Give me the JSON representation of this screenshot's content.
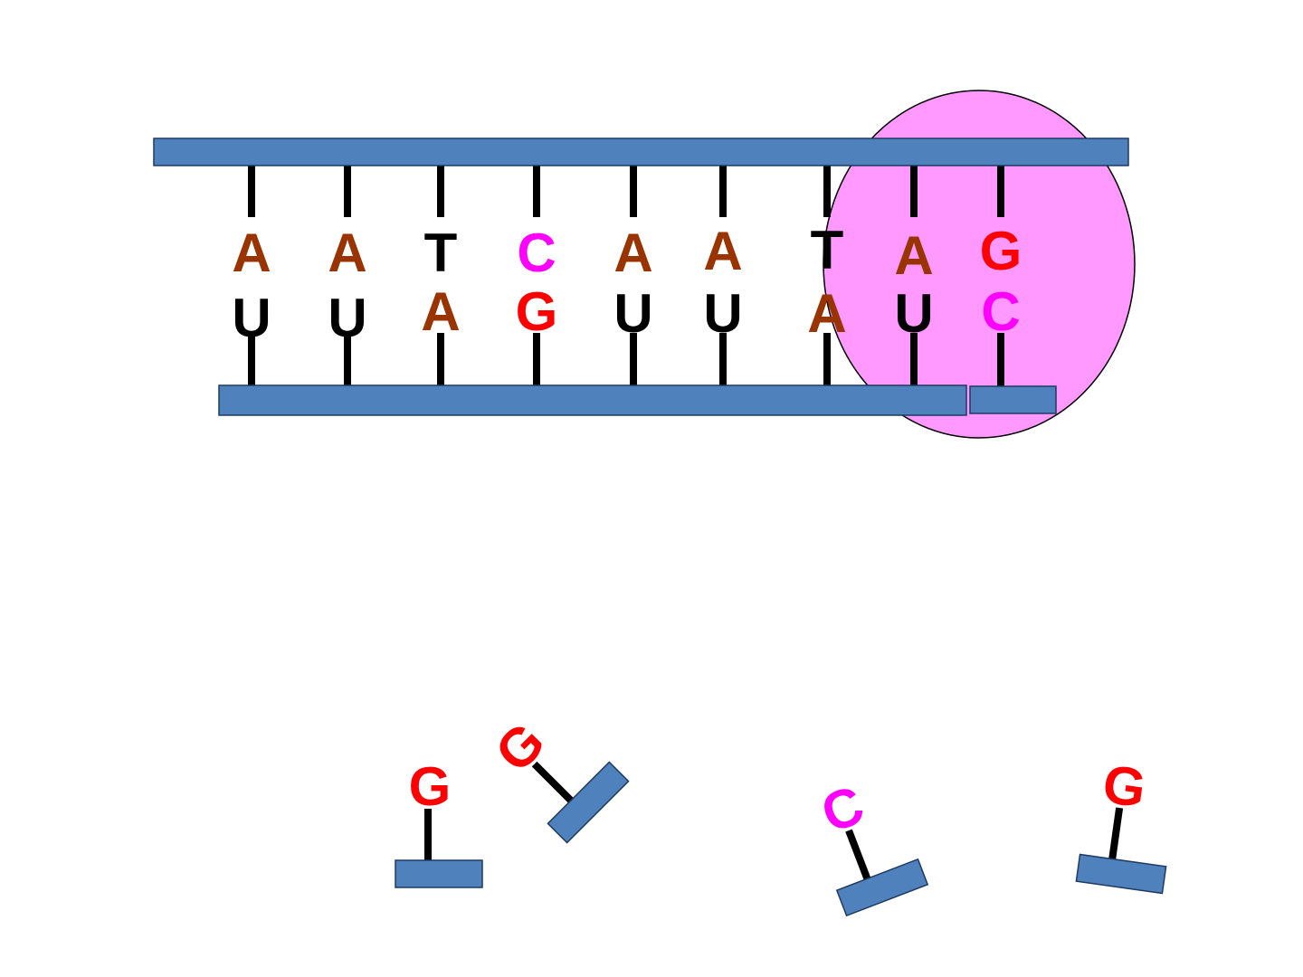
{
  "colors": {
    "backbone": "#4f81bd",
    "backbone_stroke": "#1f3a60",
    "enzyme": "#ff99ff",
    "stick": "#000000",
    "A": "#993300",
    "T": "#000000",
    "U": "#000000",
    "C": "#ff00ff",
    "G": "#ff0000"
  },
  "dna_template_strand": [
    "A",
    "A",
    "T",
    "C",
    "A",
    "A",
    "T",
    "A",
    "G"
  ],
  "rna_strand": [
    "U",
    "U",
    "A",
    "G",
    "U",
    "U",
    "A",
    "U",
    "C"
  ],
  "free_nucleotides": [
    "G",
    "G",
    "C",
    "G"
  ]
}
